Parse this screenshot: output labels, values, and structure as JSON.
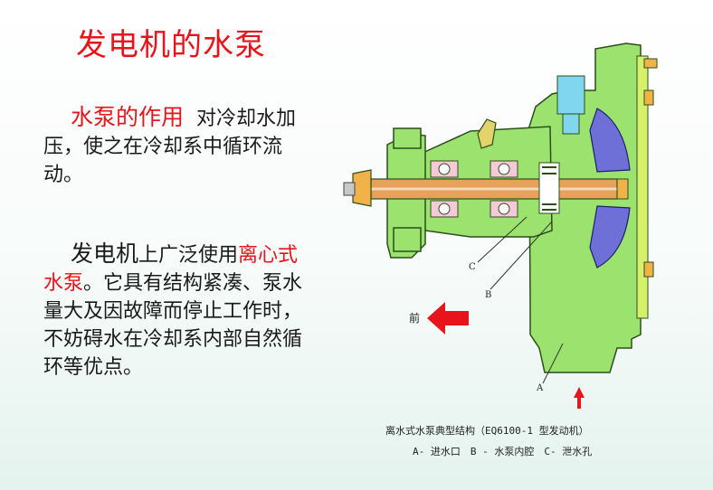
{
  "title": "发电机的水泵",
  "para1": {
    "heading": "水泵的作用",
    "body": "对冷却水加压，使之在冷却系中循环流动。"
  },
  "para2": {
    "lead": "发电机",
    "mid": "上广泛使用",
    "emph": "离心式水泵",
    "rest": "。它具有结构紧凑、泵水量大及因故障而停止工作时，不妨碍水在冷却系内部自然循环等优点。"
  },
  "diagram": {
    "labels": {
      "c": "C",
      "b": "B",
      "a": "A",
      "front": "前"
    },
    "caption": "离水式水泵典型结构（EQ6100-1 型发动机）",
    "legend": "A- 进水口　B - 水泵内腔　C- 泄水孔"
  },
  "colors": {
    "title": "#e8141b",
    "housing": "#9be26f",
    "housing_stroke": "#2b4f1a",
    "shaft": "#e6a15a",
    "impeller": "#6f6fd8",
    "pulley": "#d6f06c",
    "arrow": "#e8141b",
    "background_bottom": "#e4f3ee"
  }
}
